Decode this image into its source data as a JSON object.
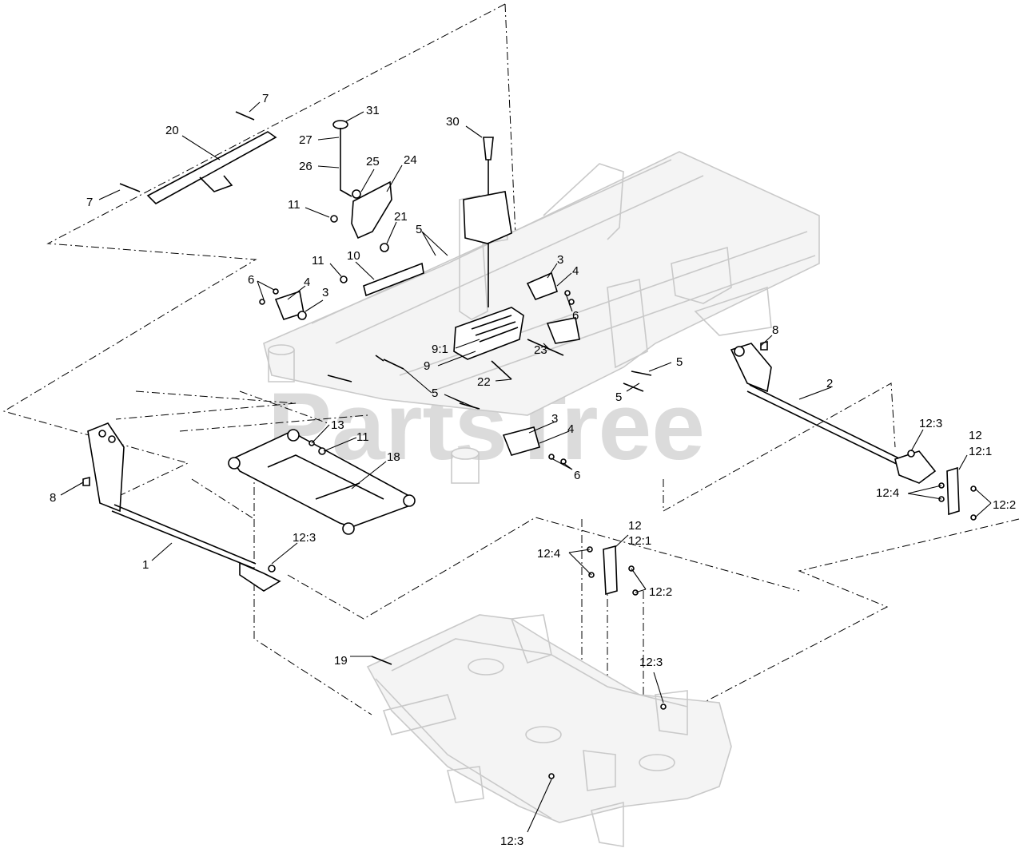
{
  "watermark": "PartsTree",
  "callouts": [
    {
      "id": "c7a",
      "text": "7"
    },
    {
      "id": "c7b",
      "text": "7"
    },
    {
      "id": "c20",
      "text": "20"
    },
    {
      "id": "c31",
      "text": "31"
    },
    {
      "id": "c27",
      "text": "27"
    },
    {
      "id": "c26",
      "text": "26"
    },
    {
      "id": "c25",
      "text": "25"
    },
    {
      "id": "c24",
      "text": "24"
    },
    {
      "id": "c30",
      "text": "30"
    },
    {
      "id": "c11a",
      "text": "11"
    },
    {
      "id": "c21",
      "text": "21"
    },
    {
      "id": "c5a",
      "text": "5"
    },
    {
      "id": "c11b",
      "text": "11"
    },
    {
      "id": "c10",
      "text": "10"
    },
    {
      "id": "c6a",
      "text": "6"
    },
    {
      "id": "c4a",
      "text": "4"
    },
    {
      "id": "c3a",
      "text": "3"
    },
    {
      "id": "c3b",
      "text": "3"
    },
    {
      "id": "c4b",
      "text": "4"
    },
    {
      "id": "c6b",
      "text": "6"
    },
    {
      "id": "c8a",
      "text": "8"
    },
    {
      "id": "c91",
      "text": "9:1"
    },
    {
      "id": "c9",
      "text": "9"
    },
    {
      "id": "c22",
      "text": "22"
    },
    {
      "id": "c23",
      "text": "23"
    },
    {
      "id": "c5b",
      "text": "5"
    },
    {
      "id": "c5c",
      "text": "5"
    },
    {
      "id": "c2",
      "text": "2"
    },
    {
      "id": "c5d",
      "text": "5"
    },
    {
      "id": "c13",
      "text": "13"
    },
    {
      "id": "c11c",
      "text": "11"
    },
    {
      "id": "c3c",
      "text": "3"
    },
    {
      "id": "c4c",
      "text": "4"
    },
    {
      "id": "c6c",
      "text": "6"
    },
    {
      "id": "c18",
      "text": "18"
    },
    {
      "id": "c123a",
      "text": "12:3"
    },
    {
      "id": "c12a",
      "text": "12"
    },
    {
      "id": "c121a",
      "text": "12:1"
    },
    {
      "id": "c124a",
      "text": "12:4"
    },
    {
      "id": "c122a",
      "text": "12:2"
    },
    {
      "id": "c8b",
      "text": "8"
    },
    {
      "id": "c1",
      "text": "1"
    },
    {
      "id": "c123b",
      "text": "12:3"
    },
    {
      "id": "c12b",
      "text": "12"
    },
    {
      "id": "c121b",
      "text": "12:1"
    },
    {
      "id": "c124b",
      "text": "12:4"
    },
    {
      "id": "c122b",
      "text": "12:2"
    },
    {
      "id": "c19",
      "text": "19"
    },
    {
      "id": "c123c",
      "text": "12:3"
    },
    {
      "id": "c123d",
      "text": "12:3"
    }
  ]
}
